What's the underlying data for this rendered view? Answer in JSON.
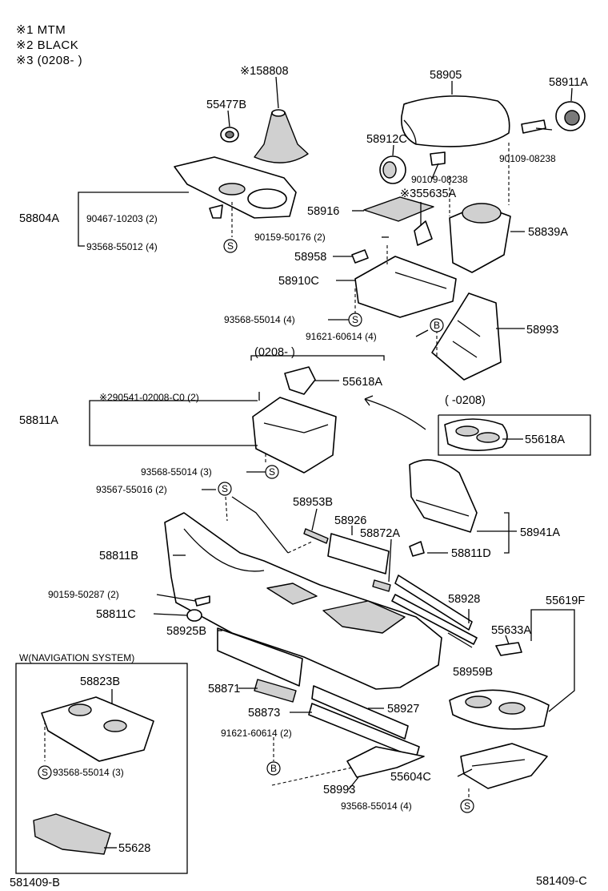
{
  "notes": [
    "※1  MTM",
    "※2  BLACK",
    "※3  (0208-        )"
  ],
  "ref_left": "581409-B",
  "ref_right": "581409-C",
  "range_a": "(0208-       )",
  "range_b": "(        -0208)",
  "nav_title": "W(NAVIGATION SYSTEM)",
  "labels": {
    "p58808": "※158808",
    "p55477B": "55477B",
    "p58905": "58905",
    "p58911A": "58911A",
    "p58912C": "58912C",
    "p90109a": "90109-08238",
    "p90109b": "90109-08238",
    "p55635A": "※355635A",
    "p58916": "58916",
    "p58839A": "58839A",
    "p58804A": "58804A",
    "p90467": "90467-10203 (2)",
    "p93568_55012": "93568-55012 (4)",
    "p90159_50176": "90159-50176 (2)",
    "p58958": "58958",
    "p58910C": "58910C",
    "p93568_55014a": "93568-55014 (4)",
    "p91621a": "91621-60614 (4)",
    "p58993a": "58993",
    "p55618Aa": "55618A",
    "p290541": "※290541-02008-C0 (2)",
    "p58811A": "58811A",
    "p55618Ab": "55618A",
    "p93568_55014b": "93568-55014 (3)",
    "p93567": "93567-55016 (2)",
    "p58953B": "58953B",
    "p58926": "58926",
    "p58872A": "58872A",
    "p58941A": "58941A",
    "p58811B": "58811B",
    "p58811D": "58811D",
    "p90159_50287": "90159-50287 (2)",
    "p58811C": "58811C",
    "p58928": "58928",
    "p55619F": "55619F",
    "p55633A": "55633A",
    "p58925B": "58925B",
    "p58959B": "58959B",
    "p58823B": "58823B",
    "p58871": "58871",
    "p58873": "58873",
    "p58927": "58927",
    "p91621b": "91621-60614 (2)",
    "p55604C": "55604C",
    "p58993b": "58993",
    "p93568_55014c": "93568-55014 (4)",
    "p93568_55014d": "93568-55014 (3)",
    "p55628": "55628"
  },
  "markers": {
    "s": "S",
    "b": "B"
  }
}
